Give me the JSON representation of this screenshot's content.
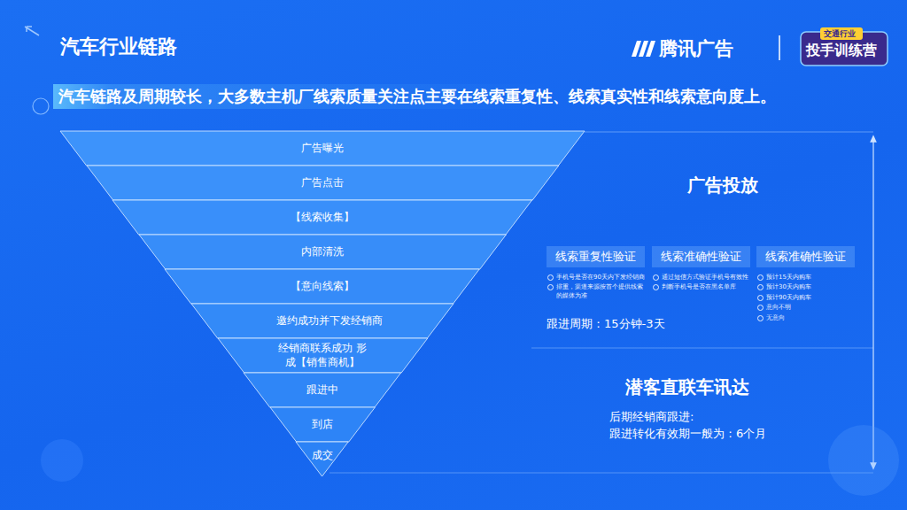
{
  "diagram": {
    "title": "汽车行业链路",
    "nodes": [
      {
        "text": [
          "广告曝光"
        ]
      },
      {
        "text": [
          "广告点击"
        ]
      },
      {
        "text": [
          "【线索收集】"
        ]
      },
      {
        "text": [
          "内部清洗"
        ]
      },
      {
        "text": [
          "【意向线索】"
        ]
      },
      {
        "text": [
          "邀约成功并下发经销商"
        ]
      },
      {
        "text": [
          "经销商联系成功 形成【销售商机】"
        ]
      },
      {
        "text": [
          "跟进中"
        ]
      },
      {
        "text": [
          "到店"
        ]
      },
      {
        "text": [
          "成交"
        ]
      },
      {
        "text": [
          "线索重复性验证",
          "手机号是否在90天内下发经销商",
          "排重，渠道来源按首个提供线索的媒体为准"
        ]
      },
      {
        "text": [
          "线索准确性验证",
          "通过短信方式验证手机号有效性",
          "判断手机号是否在黑名单库"
        ]
      },
      {
        "text": [
          "线索准确性验证",
          "预计15天内购车",
          "预计30天内购车",
          "预计90天内购车",
          "意向不明",
          "无意向"
        ]
      }
    ],
    "labels": [
      "腾讯广告",
      "交通行业",
      "投手训练营",
      "汽车链路及周期较长，大多数主机厂线索质量关注点主要在线索重复性、线索真实性和线索意向度上。",
      "广告投放",
      "跟进周期：15分钟-3天",
      "潜客直联车讯达",
      "后期经销商跟进:",
      "跟进转化有效期一般为：6个月"
    ]
  }
}
